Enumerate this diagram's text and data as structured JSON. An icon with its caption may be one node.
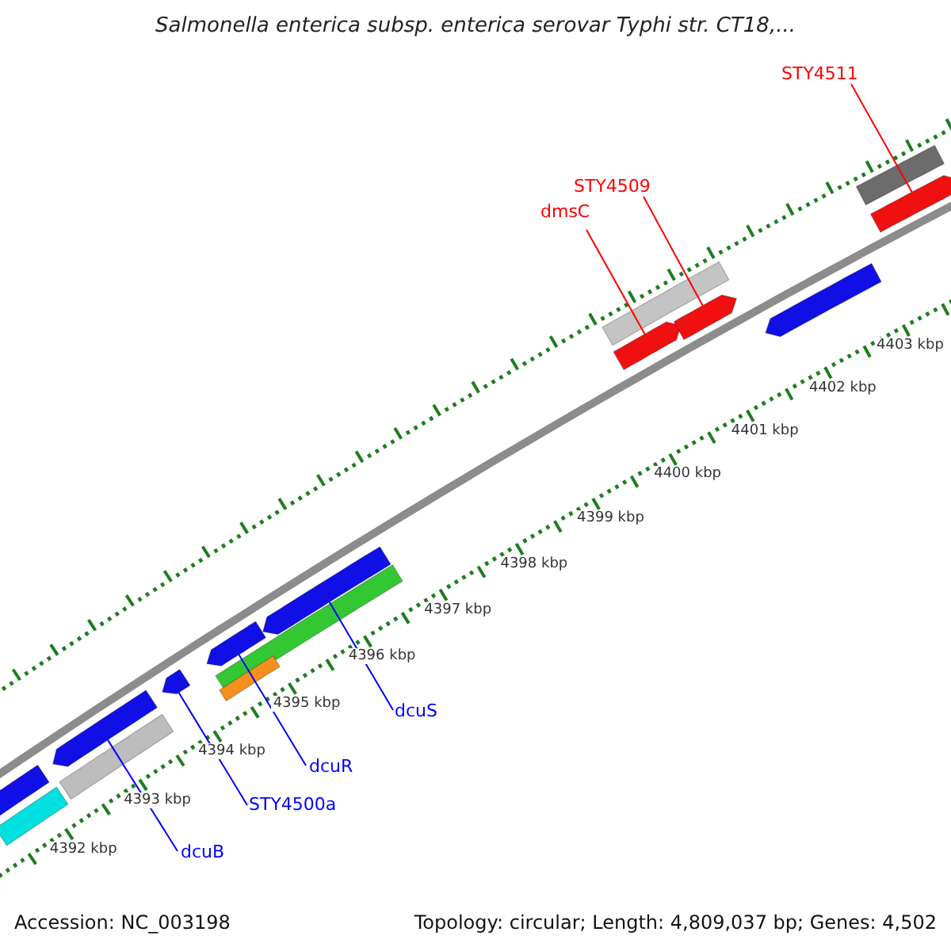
{
  "diagram": {
    "title": "Salmonella enterica subsp. enterica serovar Typhi str. CT18,...",
    "nodes": [
      {
        "text": [
          "dcuB"
        ]
      },
      {
        "text": [
          "STY4500a"
        ]
      },
      {
        "text": [
          "dcuR"
        ]
      },
      {
        "text": [
          "dcuS"
        ]
      },
      {
        "text": [
          "dmsC"
        ]
      },
      {
        "text": [
          "STY4509"
        ]
      },
      {
        "text": [
          "STY4511"
        ]
      },
      {
        "text": [],
        "shape": "bar"
      },
      {
        "text": [],
        "shape": "bar"
      },
      {
        "text": [],
        "shape": "bar"
      },
      {
        "text": [],
        "shape": "bar"
      },
      {
        "text": [],
        "shape": "bar"
      },
      {
        "text": [],
        "shape": "bar"
      },
      {
        "text": [],
        "shape": "bar"
      },
      {
        "text": [],
        "shape": "bar"
      },
      {
        "text": [],
        "shape": "bar"
      },
      {
        "text": [],
        "shape": "bar"
      },
      {
        "text": [],
        "shape": "bar"
      },
      {
        "text": [],
        "shape": "bar"
      },
      {
        "text": [],
        "shape": "bar"
      },
      {
        "text": [],
        "shape": "bar"
      },
      {
        "text": [],
        "shape": "bar"
      }
    ],
    "edges": [
      {
        "from": 0,
        "to": 9,
        "arrow": "none"
      },
      {
        "from": 1,
        "to": 11,
        "arrow": "none"
      },
      {
        "from": 2,
        "to": 12,
        "arrow": "none"
      },
      {
        "from": 3,
        "to": 15,
        "arrow": "none"
      },
      {
        "from": 4,
        "to": 17,
        "arrow": "none",
        "color": "#ff0000"
      },
      {
        "from": 5,
        "to": 18,
        "arrow": "none",
        "color": "#ff0000"
      },
      {
        "from": 6,
        "to": 21,
        "arrow": "none",
        "color": "#ff0000"
      }
    ],
    "labels": [
      "4403 kbp",
      "4402 kbp",
      "4401 kbp",
      "4400 kbp",
      "4399 kbp",
      "4398 kbp",
      "4397 kbp",
      "4396 kbp",
      "4395 kbp",
      "4394 kbp",
      "4393 kbp",
      "4392 kbp",
      "Accession: NC_003198",
      "Topology: circular; Length: 4,809,037 bp; Genes: 4,502"
    ]
  }
}
